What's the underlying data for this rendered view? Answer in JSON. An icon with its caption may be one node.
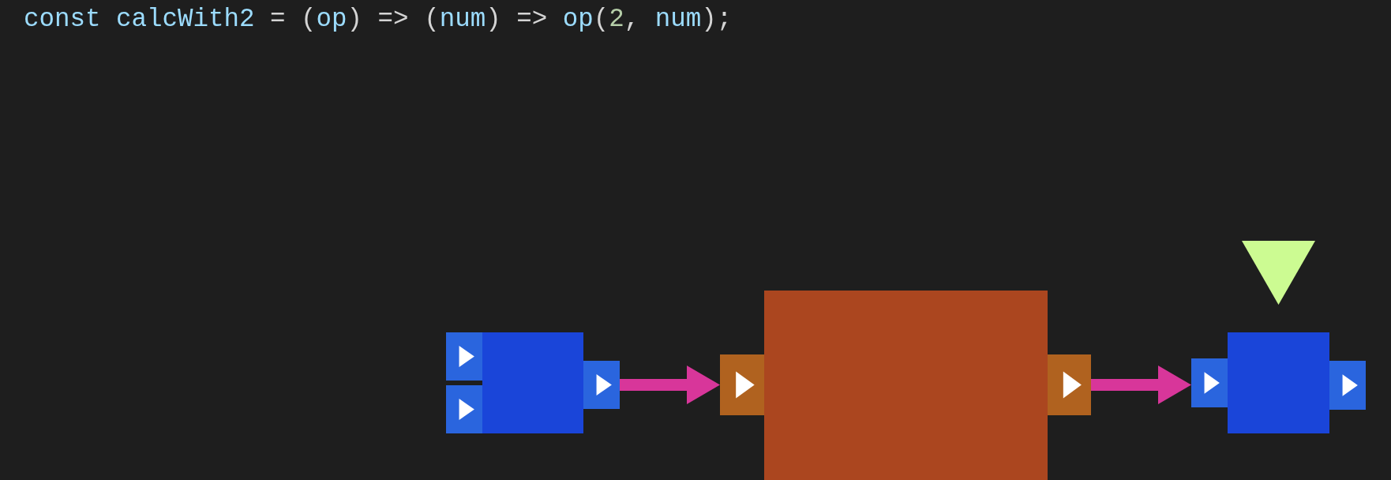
{
  "diagram": {
    "nodes": [
      {
        "text": [],
        "shape": "box"
      },
      {
        "text": [],
        "shape": "box"
      },
      {
        "text": [],
        "shape": "box"
      },
      {
        "text": [],
        "shape": "triangle"
      }
    ],
    "edges": [
      {
        "from": 0,
        "to": 1,
        "arrow": "to"
      },
      {
        "from": 1,
        "to": 2,
        "arrow": "to"
      }
    ],
    "labels": [
      "const calcWith2 = (op) => (num) => op(2, num);"
    ]
  }
}
